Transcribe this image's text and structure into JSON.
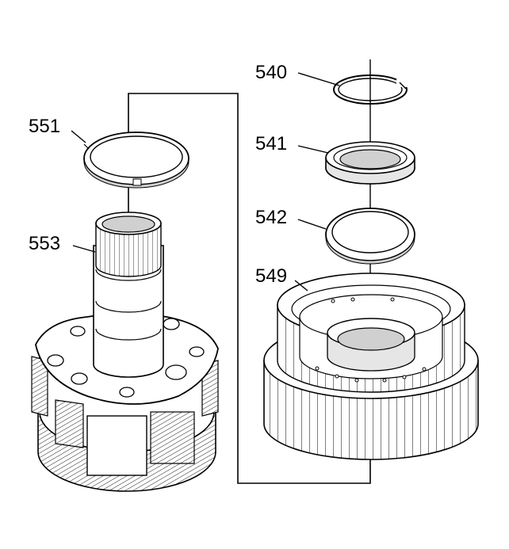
{
  "diagram": {
    "callouts": [
      {
        "id": "540",
        "label": "540"
      },
      {
        "id": "541",
        "label": "541"
      },
      {
        "id": "542",
        "label": "542"
      },
      {
        "id": "549",
        "label": "549"
      },
      {
        "id": "551",
        "label": "551"
      },
      {
        "id": "553",
        "label": "553"
      }
    ],
    "colors": {
      "line": "#000000",
      "background": "#ffffff",
      "shade": "#d0d0d0",
      "mid": "#e6e6e6"
    }
  }
}
